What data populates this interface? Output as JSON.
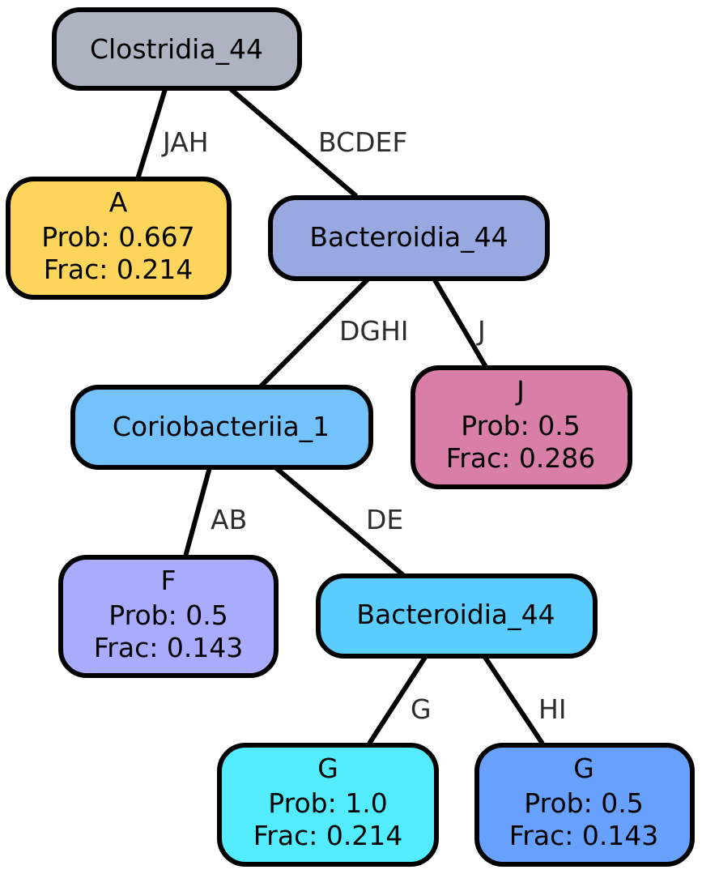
{
  "nodes": {
    "root": {
      "label": "Clostridia_44",
      "color": "#adb3c0"
    },
    "leaf_a": {
      "line1": "A",
      "line2": "Prob: 0.667",
      "line3": "Frac: 0.214",
      "color": "#fdd55b"
    },
    "bact1": {
      "label": "Bacteroidia_44",
      "color": "#98a9e1"
    },
    "corio": {
      "label": "Coriobacteriia_1",
      "color": "#74c2fc"
    },
    "leaf_j": {
      "line1": "J",
      "line2": "Prob: 0.5",
      "line3": "Frac: 0.286",
      "color": "#d87ea7"
    },
    "leaf_f": {
      "line1": "F",
      "line2": "Prob: 0.5",
      "line3": "Frac: 0.143",
      "color": "#a9acfe"
    },
    "bact2": {
      "label": "Bacteroidia_44",
      "color": "#5bccfe"
    },
    "leaf_g1": {
      "line1": "G",
      "line2": "Prob: 1.0",
      "line3": "Frac: 0.214",
      "color": "#52ecfe"
    },
    "leaf_g2": {
      "line1": "G",
      "line2": "Prob: 0.5",
      "line3": "Frac: 0.143",
      "color": "#68a0fe"
    }
  },
  "edges": {
    "root_a": "JAH",
    "root_bact1": "BCDEF",
    "bact1_corio": "DGHI",
    "bact1_j": "J",
    "corio_f": "AB",
    "corio_bact2": "DE",
    "bact2_g1": "G",
    "bact2_g2": "HI"
  }
}
